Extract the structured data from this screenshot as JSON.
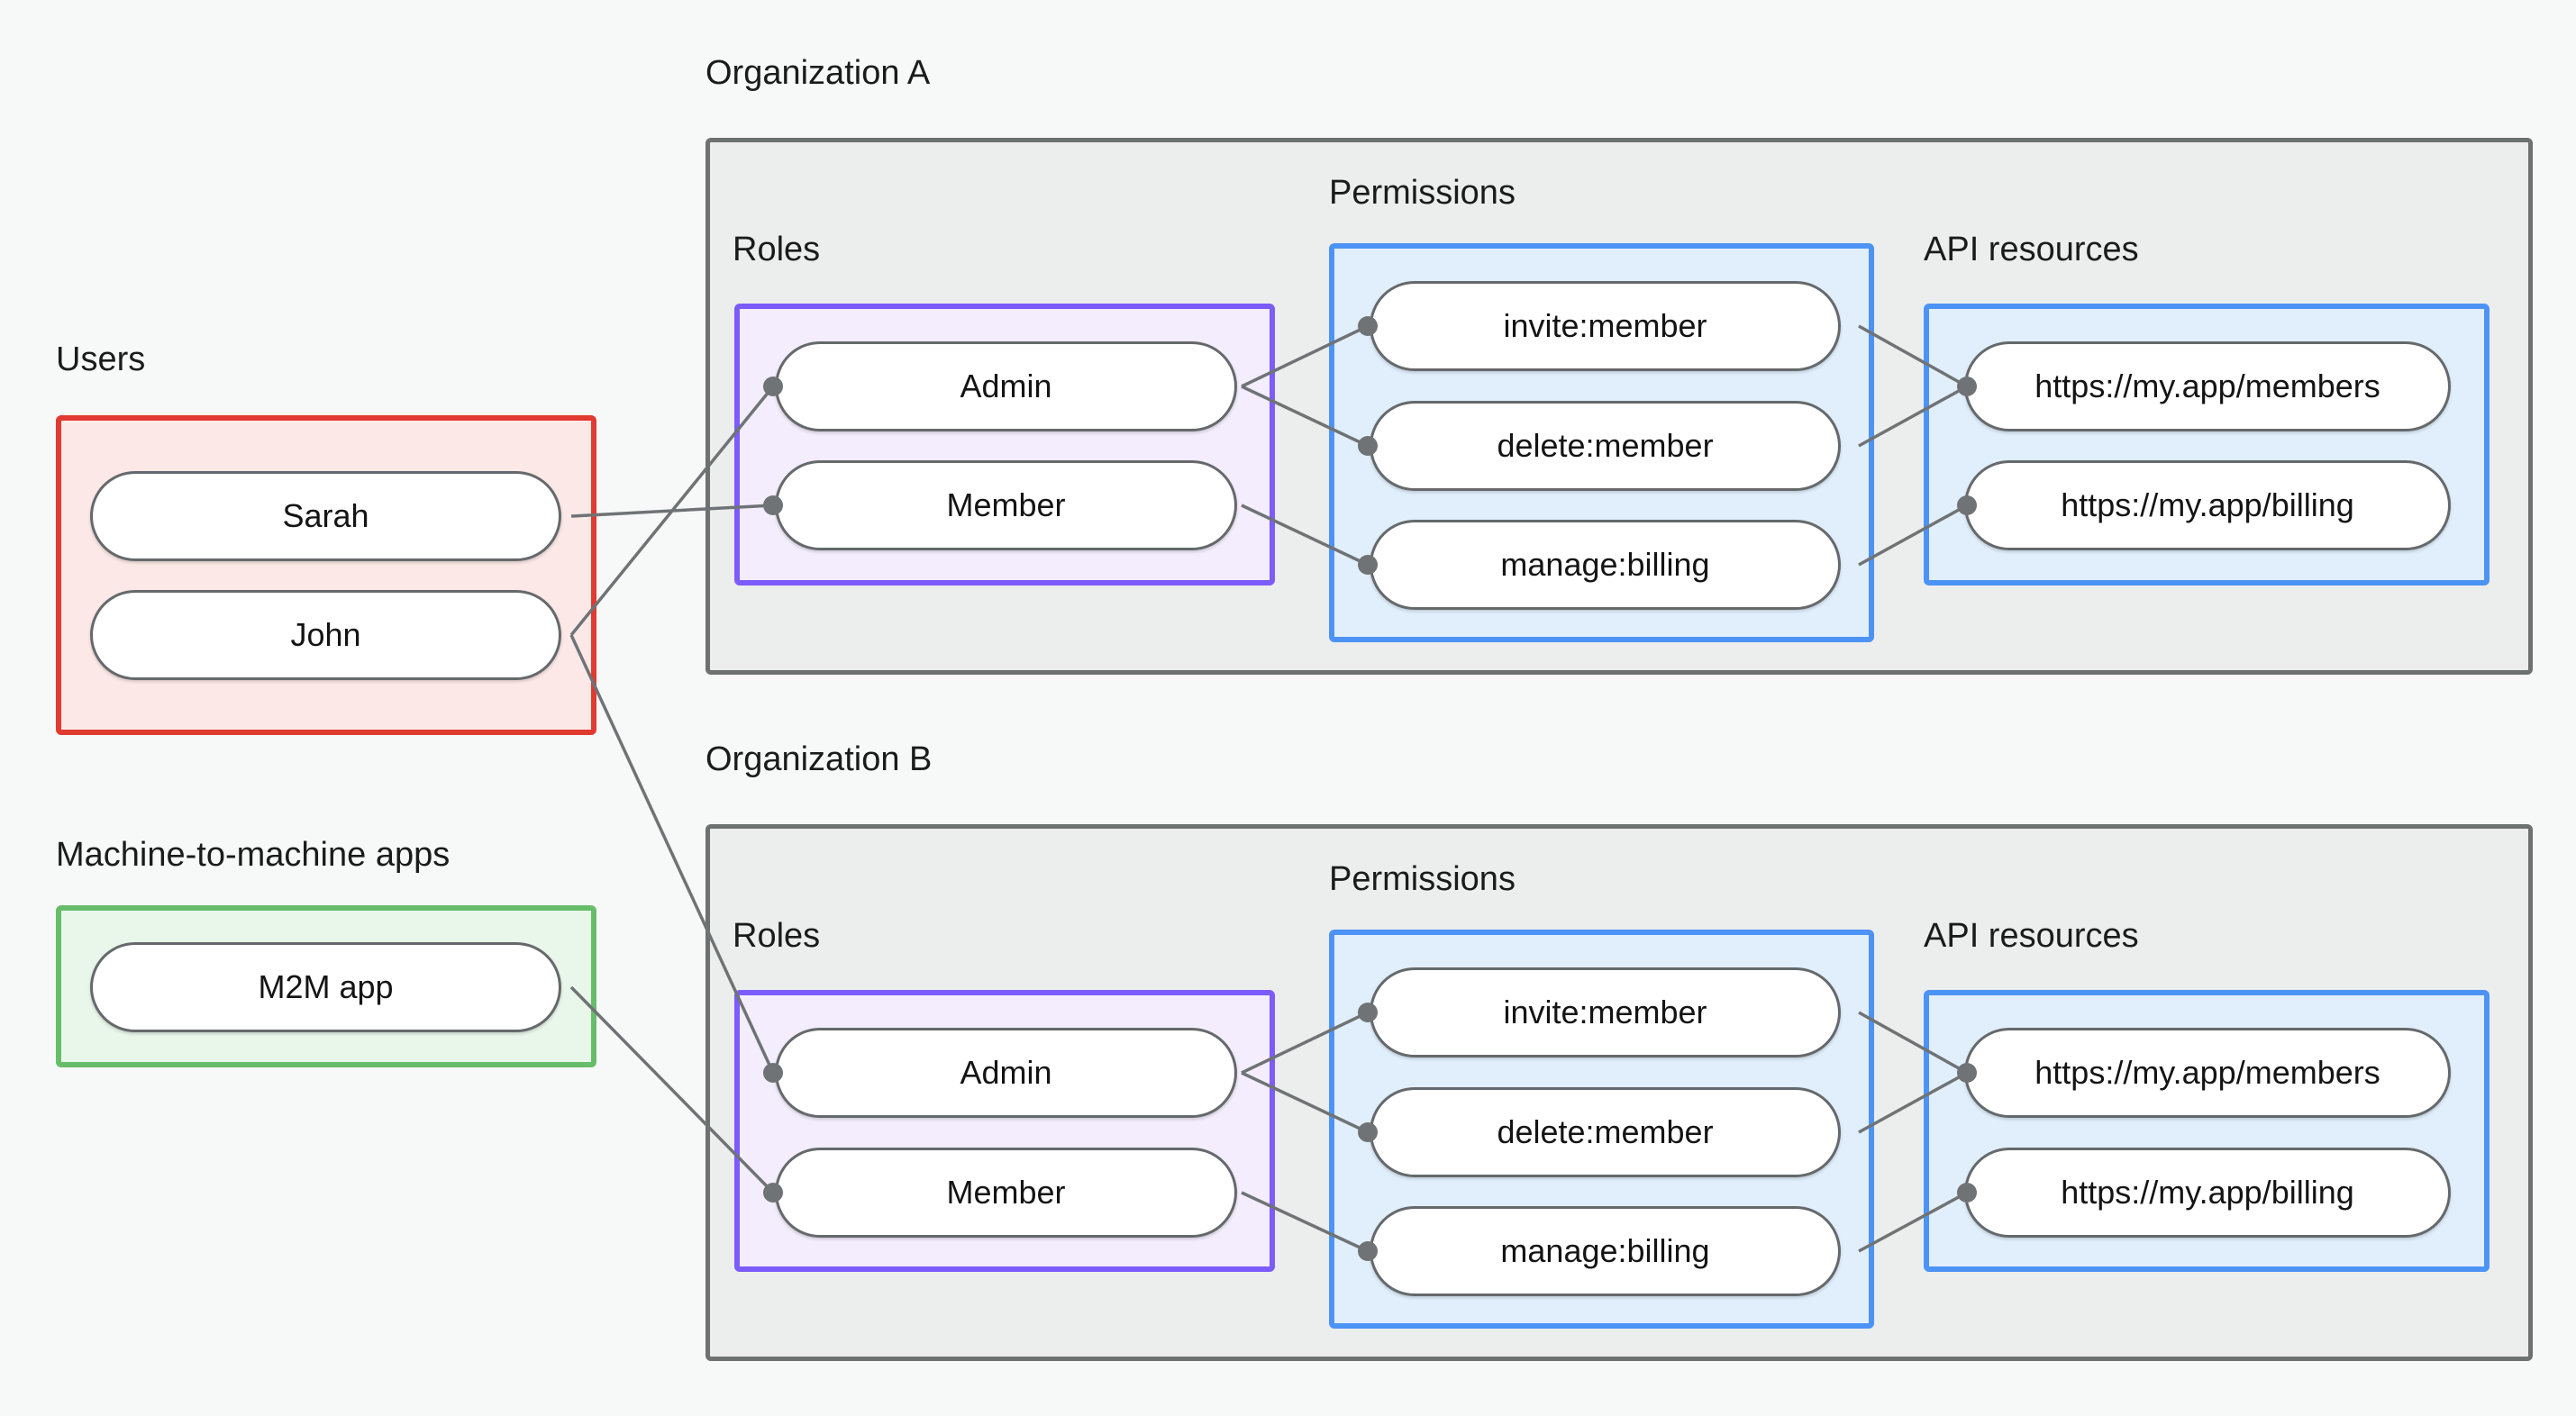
{
  "diagram": {
    "title_visible": false,
    "background_color": "#f7f8f8",
    "palette": {
      "users_border": "#e03a31",
      "users_fill": "#fce9e7",
      "m2m_border": "#67bd6a",
      "m2m_fill": "#e9f6ea",
      "roles_border": "#7c5cfc",
      "roles_fill": "#f3edfd",
      "blue_border": "#4c93f5",
      "blue_fill": "#e1effd",
      "org_border": "#6d7270",
      "org_fill": "#eceeed",
      "node_border": "#65696b",
      "node_fill": "#ffffff",
      "edge_color": "#6f7375"
    }
  },
  "labels": {
    "users": "Users",
    "m2m_apps": "Machine-to-machine apps",
    "org_a": "Organization A",
    "org_b": "Organization B",
    "roles_a": "Roles",
    "roles_b": "Roles",
    "permissions_a": "Permissions",
    "permissions_b": "Permissions",
    "api_resources_a": "API resources",
    "api_resources_b": "API resources"
  },
  "users": {
    "items": [
      {
        "id": "sarah",
        "label": "Sarah"
      },
      {
        "id": "john",
        "label": "John"
      }
    ]
  },
  "m2m": {
    "items": [
      {
        "id": "m2m-app",
        "label": "M2M app"
      }
    ]
  },
  "org_a": {
    "name": "Organization A",
    "roles": [
      {
        "id": "a-admin",
        "label": "Admin"
      },
      {
        "id": "a-member",
        "label": "Member"
      }
    ],
    "permissions": [
      {
        "id": "a-invite",
        "label": "invite:member"
      },
      {
        "id": "a-delete",
        "label": "delete:member"
      },
      {
        "id": "a-billing",
        "label": "manage:billing"
      }
    ],
    "api_resources": [
      {
        "id": "a-res-members",
        "label": "https://my.app/members"
      },
      {
        "id": "a-res-billing",
        "label": "https://my.app/billing"
      }
    ]
  },
  "org_b": {
    "name": "Organization B",
    "roles": [
      {
        "id": "b-admin",
        "label": "Admin"
      },
      {
        "id": "b-member",
        "label": "Member"
      }
    ],
    "permissions": [
      {
        "id": "b-invite",
        "label": "invite:member"
      },
      {
        "id": "b-delete",
        "label": "delete:member"
      },
      {
        "id": "b-billing",
        "label": "manage:billing"
      }
    ],
    "api_resources": [
      {
        "id": "b-res-members",
        "label": "https://my.app/members"
      },
      {
        "id": "b-res-billing",
        "label": "https://my.app/billing"
      }
    ]
  },
  "connections": [
    {
      "from": "sarah",
      "to": "a-member"
    },
    {
      "from": "john",
      "to": "a-admin"
    },
    {
      "from": "john",
      "to": "b-admin"
    },
    {
      "from": "m2m-app",
      "to": "b-member"
    },
    {
      "from": "a-admin",
      "to": "a-invite"
    },
    {
      "from": "a-admin",
      "to": "a-delete"
    },
    {
      "from": "a-member",
      "to": "a-billing"
    },
    {
      "from": "a-invite",
      "to": "a-res-members"
    },
    {
      "from": "a-delete",
      "to": "a-res-members"
    },
    {
      "from": "a-billing",
      "to": "a-res-billing"
    },
    {
      "from": "b-admin",
      "to": "b-invite"
    },
    {
      "from": "b-admin",
      "to": "b-delete"
    },
    {
      "from": "b-member",
      "to": "b-billing"
    },
    {
      "from": "b-invite",
      "to": "b-res-members"
    },
    {
      "from": "b-delete",
      "to": "b-res-members"
    },
    {
      "from": "b-billing",
      "to": "b-res-billing"
    }
  ]
}
